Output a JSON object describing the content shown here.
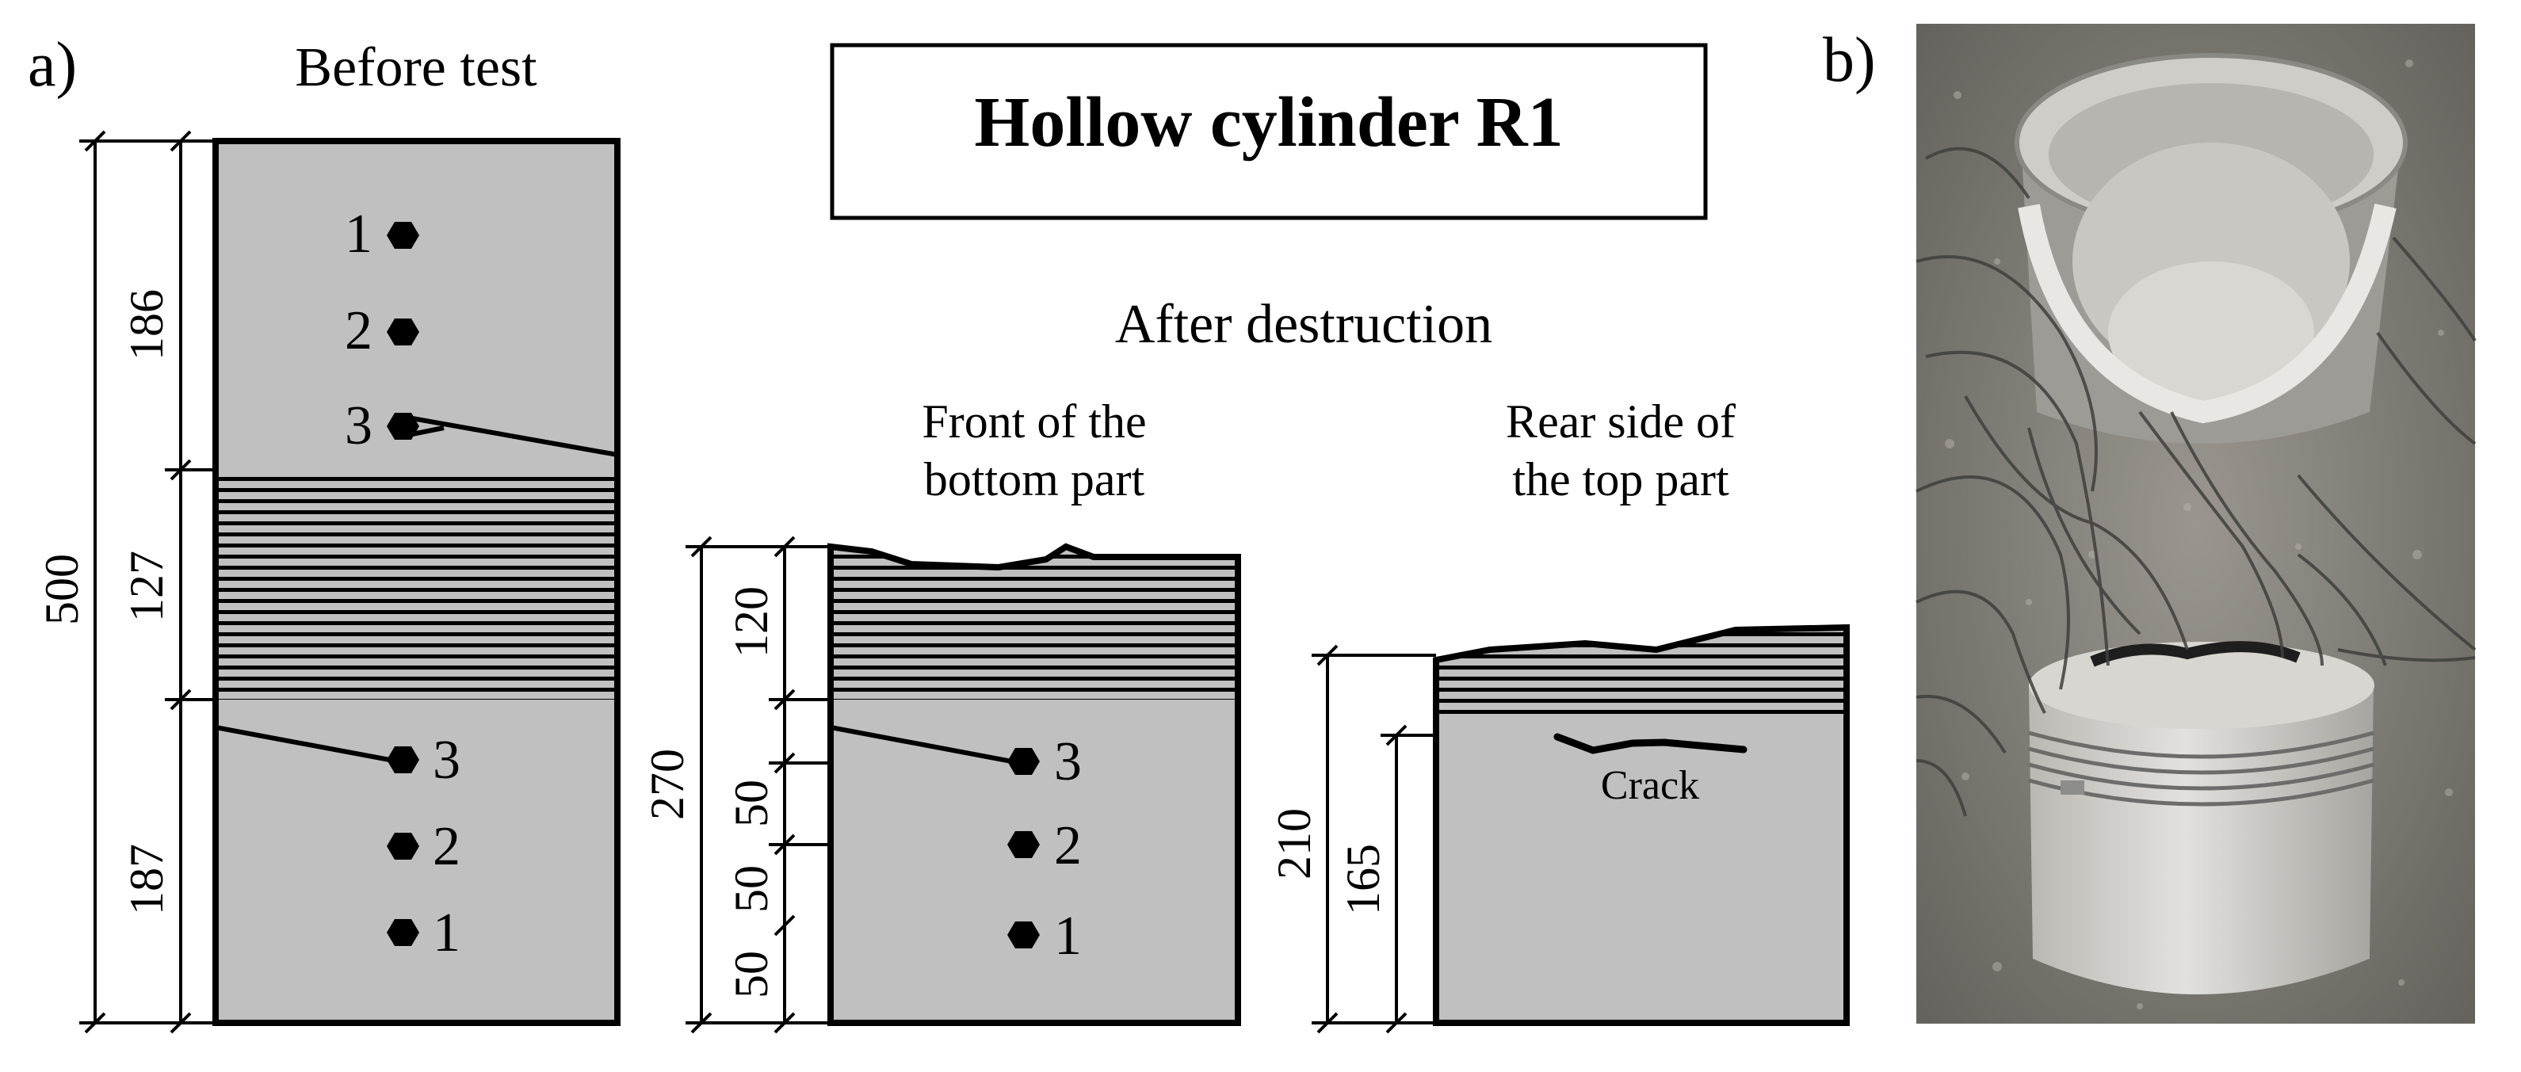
{
  "panel_labels": {
    "a": "a)",
    "b": "b)"
  },
  "title": "Hollow cylinder R1",
  "before_test": {
    "heading": "Before test",
    "dims": {
      "total": "500",
      "top": "186",
      "middle": "127",
      "bottom": "187"
    },
    "upper_points": [
      "1",
      "2",
      "3"
    ],
    "lower_points": [
      "3",
      "2",
      "1"
    ]
  },
  "after_destruction": {
    "heading": "After destruction",
    "front": {
      "heading_line1": "Front of the",
      "heading_line2": "bottom part",
      "dims": {
        "total": "270",
        "top": "120",
        "d1": "50",
        "d2": "50",
        "d3": "50"
      },
      "points": [
        "3",
        "2",
        "1"
      ]
    },
    "rear": {
      "heading_line1": "Rear side of",
      "heading_line2": "the top part",
      "dims": {
        "total": "210",
        "inner": "165"
      },
      "crack_label": "Crack"
    }
  },
  "colors": {
    "specimen_fill": "#c0c0c0",
    "stroke": "#000000",
    "photo_background": "#8a8680",
    "concrete": "#d4d3cf"
  }
}
